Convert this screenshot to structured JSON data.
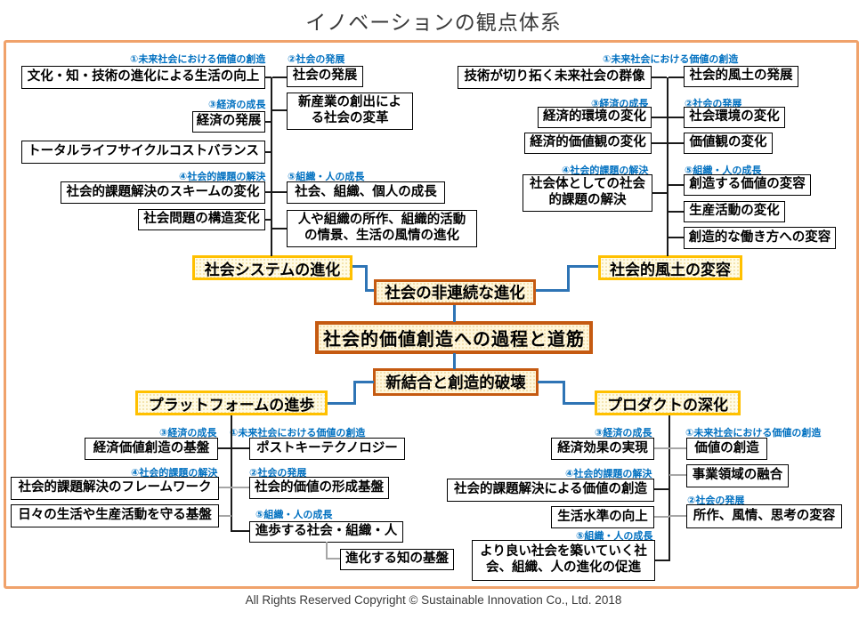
{
  "title": "イノベーションの観点体系",
  "footer": "All Rights Reserved Copyright  © Sustainable Innovation  Co., Ltd.  2018",
  "colors": {
    "frame_border": "#F0A26B",
    "category_blue": "#0070C0",
    "connector_blue": "#2E74B5",
    "connector_gray": "#A6A6A6",
    "hub_border_yellow": "#FFC000",
    "core_border_orange": "#C55A11",
    "node_fill_cream": "#FFF7DC"
  },
  "categories": {
    "c1": "①未来社会における価値の創造",
    "c2": "②社会の発展",
    "c3": "③経済の成長",
    "c4": "④社会的課題の解決",
    "c5": "⑤組織・人の成長"
  },
  "center": {
    "core": "社会的価値創造への過程と道筋",
    "upper_hub": "社会の非連続な進化",
    "lower_hub": "新結合と創造的破壊"
  },
  "top_left": {
    "hub": "社会システムの進化",
    "b1": "文化・知・技術の進化による生活の向上",
    "b2": "社会の発展",
    "b3": "新産業の創出による社会の変革",
    "b4": "経済の発展",
    "b5": "トータルライフサイクルコストバランス",
    "b6": "社会的課題解決のスキームの変化",
    "b7": "社会問題の構造変化",
    "b8": "社会、組織、個人の成長",
    "b9": "人や組織の所作、組織的活動の情景、生活の風情の進化"
  },
  "top_right": {
    "hub": "社会的風土の変容",
    "b1": "技術が切り拓く未来社会の群像",
    "b2": "社会的風土の発展",
    "b3": "経済的環境の変化",
    "b4": "社会環境の変化",
    "b5": "経済的価値観の変化",
    "b6": "価値観の変化",
    "b7": "社会体としての社会的課題の解決",
    "b8": "創造する価値の変容",
    "b9": "生産活動の変化",
    "b10": "創造的な働き方への変容"
  },
  "bottom_left": {
    "hub": "プラットフォームの進歩",
    "b1": "経済価値創造の基盤",
    "b2": "ポストキーテクノロジー",
    "b3": "社会的課題解決のフレームワーク",
    "b4": "社会的価値の形成基盤",
    "b5": "日々の生活や生産活動を守る基盤",
    "b6": "進歩する社会・組織・人",
    "b7": "進化する知の基盤"
  },
  "bottom_right": {
    "hub": "プロダクトの深化",
    "b1": "経済効果の実現",
    "b2": "価値の創造",
    "b3": "事業領域の融合",
    "b4": "社会的課題解決による価値の創造",
    "b5": "生活水準の向上",
    "b6": "所作、風情、思考の変容",
    "b7": "より良い社会を築いていく社会、組織、人の進化の促進"
  }
}
